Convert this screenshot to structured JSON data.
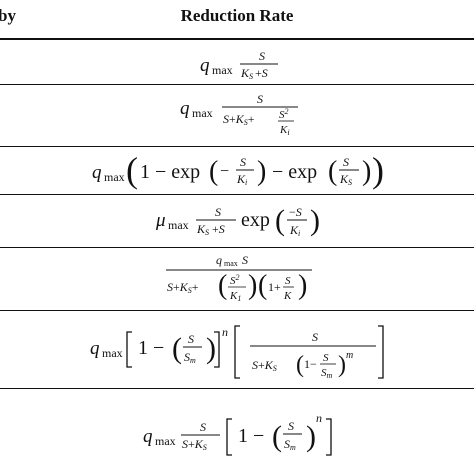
{
  "table": {
    "header_left": "by",
    "header_right": "Reduction Rate",
    "rows": [
      {
        "label": "q max S/(Ks+S)"
      },
      {
        "label": "q max S/(S+Ks+S^2/Ki)"
      },
      {
        "label": "q max (1 − exp(−S/Ki) − exp(S/Ks))"
      },
      {
        "label": "μ max S/(Ks+S) exp(−S/Ki)"
      },
      {
        "label": "q max S / (S+Ks+(S^2/K1)(1+S/K))"
      },
      {
        "label": "q max [1 − (S/Sm)]^n [S/(S+Ks(1−S/Sm)^m)]"
      },
      {
        "label": "q max S/(S+Ks) [1 − (S/Sm)^n]"
      }
    ]
  }
}
